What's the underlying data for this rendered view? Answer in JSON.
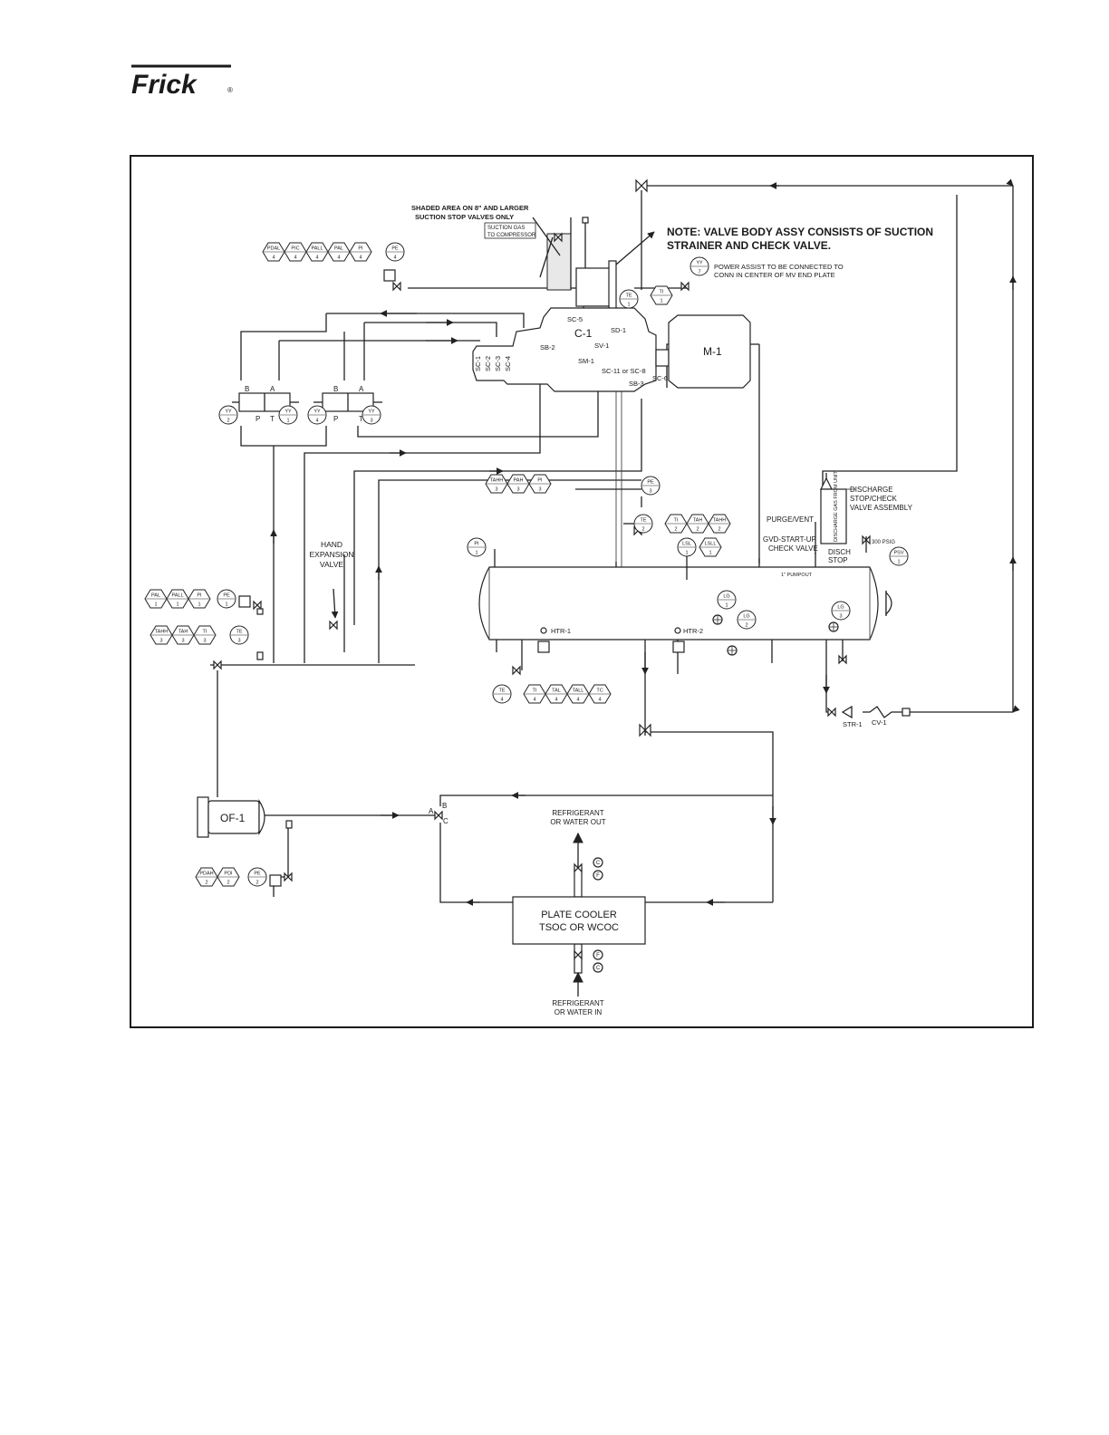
{
  "brand": {
    "name": "Frick",
    "reg": "®"
  },
  "notes": {
    "shaded_l1": "SHADED AREA ON 8\" AND LARGER",
    "shaded_l2": "SUCTION STOP VALVES ONLY",
    "suction_l1": "SUCTION GAS",
    "suction_l2": "TO COMPRESSOR",
    "valve_body_l1": "NOTE: VALVE BODY ASSY CONSISTS OF SUCTION",
    "valve_body_l2": "STRAINER AND CHECK VALVE.",
    "power_l1": "POWER ASSIST TO BE CONNECTED TO",
    "power_l2": "CONN IN CENTER OF MV END PLATE",
    "hand_l1": "HAND",
    "hand_l2": "EXPANSION",
    "hand_l3": "VALVE",
    "discharge_l1": "DISCHARGE",
    "discharge_l2": "STOP/CHECK",
    "discharge_l3": "VALVE ASSEMBLY",
    "discharge_gas": "DISCHARGE GAS FROM UNIT",
    "purge": "PURGE/VENT",
    "gvd_l1": "GVD-START-UP",
    "gvd_l2": "CHECK VALVE",
    "disch_l1": "DISCH",
    "disch_l2": "STOP",
    "psig": "300 PSIG",
    "pumpout": "1\" PUMPOUT",
    "ref_out_l1": "REFRIGERANT",
    "ref_out_l2": "OR WATER OUT",
    "ref_in_l1": "REFRIGERANT",
    "ref_in_l2": "OR WATER IN"
  },
  "equipment": {
    "compressor": "C-1",
    "motor": "M-1",
    "oil_filter": "OF-1",
    "cooler_l1": "PLATE COOLER",
    "cooler_l2": "TSOC OR WCOC",
    "strainer": "STR-1",
    "check_valve": "CV-1",
    "heater1": "HTR-1",
    "heater2": "HTR-2"
  },
  "points": {
    "sc5": "SC-5",
    "sd1": "SD-1",
    "sb2": "SB-2",
    "sv1": "SV-1",
    "sm1": "SM-1",
    "sc11": "SC-11 or SC-8",
    "sc6": "SC-6",
    "sb3": "SB-3",
    "sc1": "SC-1",
    "sc2": "SC-2",
    "sc3": "SC-3",
    "sc4": "SC-4",
    "valve_b": "B",
    "valve_a": "A",
    "valve_p": "P",
    "valve_t": "T",
    "valve_c": "C"
  },
  "hex_groups": {
    "g4": [
      [
        "PDAL",
        "4"
      ],
      [
        "PIC",
        "4"
      ],
      [
        "PALL",
        "4"
      ],
      [
        "PAL",
        "4"
      ],
      [
        "PI",
        "4"
      ]
    ],
    "g3": [
      [
        "TAHH",
        "3"
      ],
      [
        "PAH",
        "3"
      ],
      [
        "PI",
        "3"
      ]
    ],
    "g2": [
      [
        "TI",
        "2"
      ],
      [
        "TAH",
        "2"
      ],
      [
        "TAHH",
        "2"
      ]
    ],
    "gtop": [
      [
        "TI",
        "1"
      ]
    ],
    "gl1": [
      [
        "PAL",
        "1"
      ],
      [
        "PALL",
        "1"
      ],
      [
        "PI",
        "1"
      ]
    ],
    "gl3": [
      [
        "TAHH",
        "3"
      ],
      [
        "TAH",
        "3"
      ],
      [
        "TI",
        "3"
      ]
    ],
    "glsl": [
      [
        "LSLL",
        "1"
      ]
    ],
    "g4b": [
      [
        "TI",
        "4"
      ],
      [
        "TAL",
        "4"
      ],
      [
        "TALL",
        "4"
      ],
      [
        "TC",
        "4"
      ]
    ],
    "gpd": [
      [
        "PDAH",
        "2"
      ],
      [
        "PDI",
        "2"
      ]
    ]
  },
  "circles": {
    "pe4": [
      "PE",
      "4"
    ],
    "yy7": [
      "YY",
      "7"
    ],
    "te1": [
      "TE",
      "1"
    ],
    "yy2": [
      "YY",
      "2"
    ],
    "yy1": [
      "YY",
      "1"
    ],
    "yy4": [
      "YY",
      "4"
    ],
    "yy3": [
      "YY",
      "3"
    ],
    "pe3": [
      "PE",
      "3"
    ],
    "te2": [
      "TE",
      "2"
    ],
    "pi1": [
      "PI",
      "1"
    ],
    "lsl1": [
      "LSL",
      "1"
    ],
    "pe1": [
      "PE",
      "1"
    ],
    "te3": [
      "TE",
      "3"
    ],
    "lg1": [
      "LG",
      "1"
    ],
    "lg2": [
      "LG",
      "2"
    ],
    "lg3": [
      "LG",
      "3"
    ],
    "psv1": [
      "PSV",
      "1"
    ],
    "te4": [
      "TE",
      "4"
    ],
    "pe2": [
      "PE",
      "2"
    ]
  },
  "misc": {
    "c_mark": "C",
    "f_mark": "F"
  }
}
